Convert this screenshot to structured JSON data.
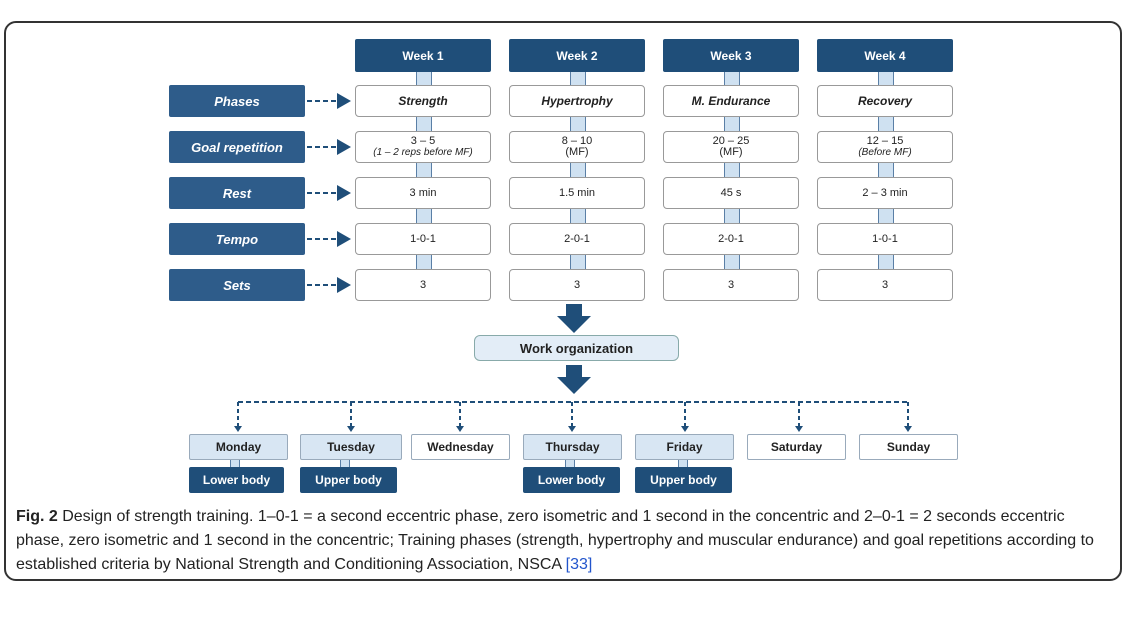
{
  "weeks": [
    "Week 1",
    "Week 2",
    "Week 3",
    "Week 4"
  ],
  "row_labels": [
    "Phases",
    "Goal repetition",
    "Rest",
    "Tempo",
    "Sets"
  ],
  "phases": [
    "Strength",
    "Hypertrophy",
    "M. Endurance",
    "Recovery"
  ],
  "goal_repetition": [
    {
      "main": "3 – 5",
      "sub": "(1 – 2 reps before MF)"
    },
    {
      "main": "8 – 10",
      "sub": "(MF)"
    },
    {
      "main": "20 – 25",
      "sub": "(MF)"
    },
    {
      "main": "12 – 15",
      "sub": "(Before MF)"
    }
  ],
  "rest": [
    "3 min",
    "1.5 min",
    "45 s",
    "2 – 3 min"
  ],
  "tempo": [
    "1-0-1",
    "2-0-1",
    "2-0-1",
    "1-0-1"
  ],
  "sets": [
    "3",
    "3",
    "3",
    "3"
  ],
  "work_organization": "Work organization",
  "days": [
    "Monday",
    "Tuesday",
    "Wednesday",
    "Thursday",
    "Friday",
    "Saturday",
    "Sunday"
  ],
  "day_sessions": {
    "monday": "Lower body",
    "tuesday": "Upper body",
    "thursday": "Lower body",
    "friday": "Upper body"
  },
  "caption": {
    "label": "Fig. 2",
    "text": " Design of strength training. 1–0-1 = a second eccentric phase, zero isometric and 1 second in the concentric and 2–0-1 = 2 seconds eccentric phase, zero isometric and 1 second in the concentric; Training phases (strength, hypertrophy and muscular endurance) and goal repetitions according to established criteria by National Strength and Conditioning Association, NSCA ",
    "ref": "[33]"
  },
  "colors": {
    "dark_blue": "#1f4e79",
    "mid_blue": "#2e5c8a",
    "light_blue": "#d8e6f3",
    "link": "#2255cc"
  }
}
